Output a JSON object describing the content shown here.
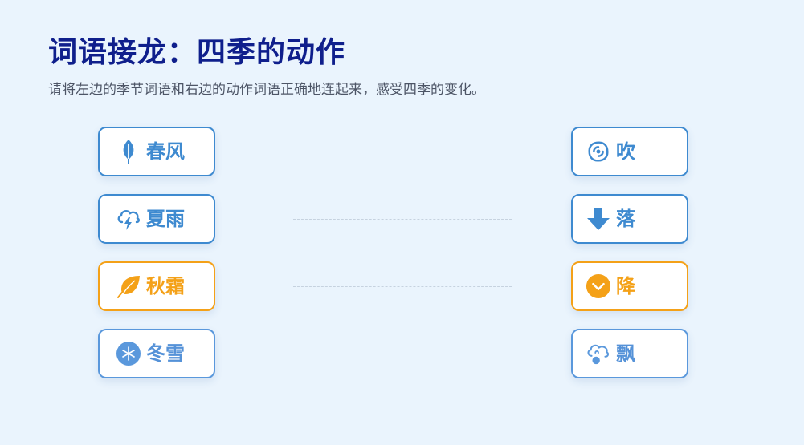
{
  "header": {
    "title": "词语接龙：四季的动作",
    "subtitle": "请将左边的季节词语和右边的动作词语正确地连起来，感受四季的变化。"
  },
  "left_items": [
    {
      "label": "春风",
      "icon": "leaf-icon"
    },
    {
      "label": "夏雨",
      "icon": "thunderstorm-icon"
    },
    {
      "label": "秋霜",
      "icon": "autumn-leaf-icon"
    },
    {
      "label": "冬雪",
      "icon": "snowflake-icon"
    }
  ],
  "right_items": [
    {
      "label": "吹",
      "icon": "wind-swirl-icon"
    },
    {
      "label": "落",
      "icon": "arrow-down-icon"
    },
    {
      "label": "降",
      "icon": "chevron-down-circle-icon"
    },
    {
      "label": "飘",
      "icon": "cloud-drop-icon"
    }
  ],
  "colors": {
    "title": "#0f1f8c",
    "blue": "#3e8ad0",
    "orange": "#f4a118",
    "background": "#eaf4fd"
  }
}
